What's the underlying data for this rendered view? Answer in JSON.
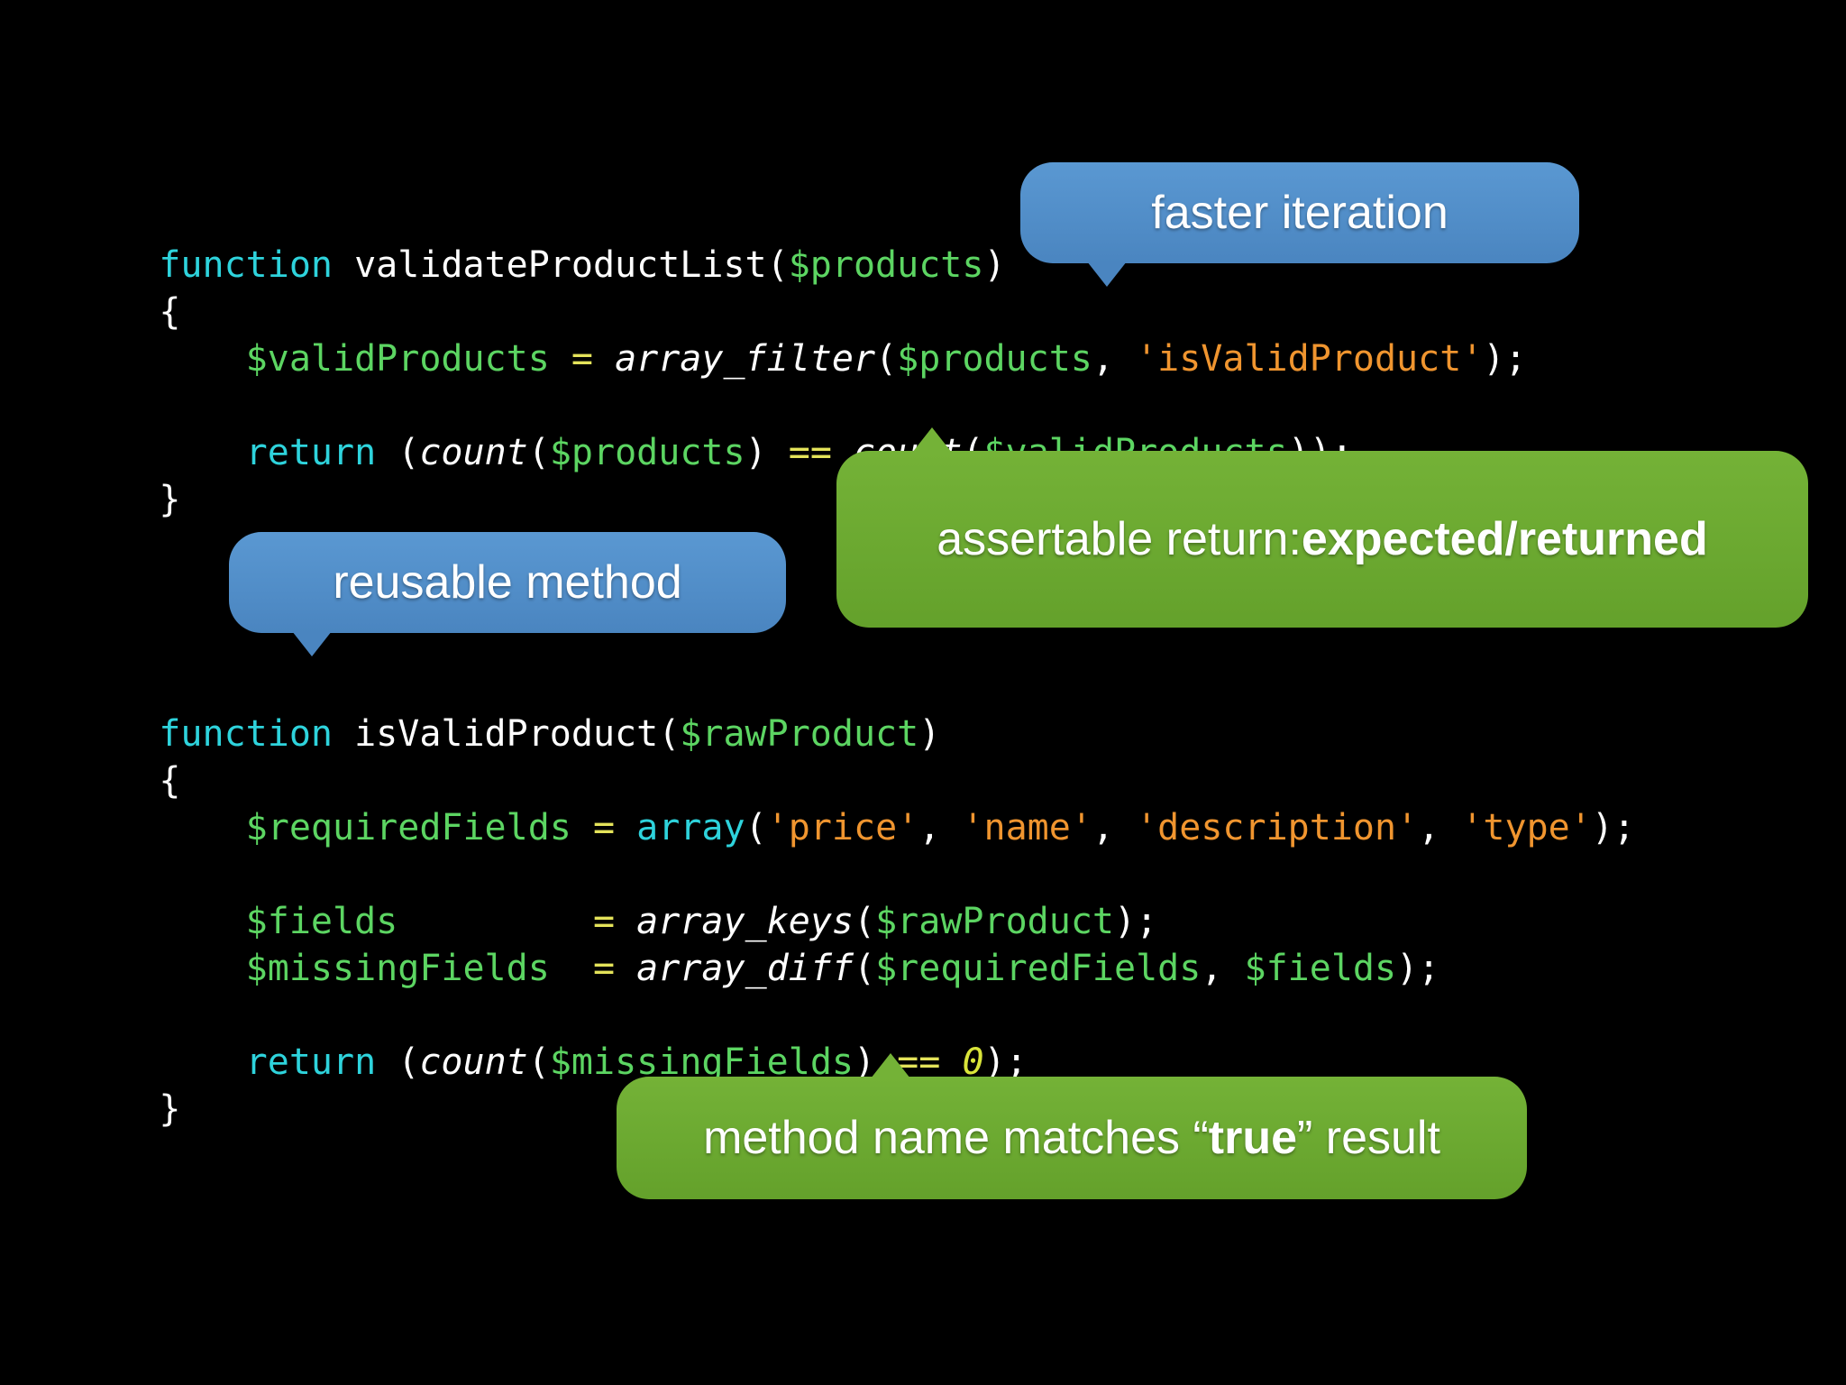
{
  "code": {
    "block1": {
      "line1": {
        "kw": "function",
        "name": " validateProductList(",
        "var": "$products",
        "close": ")"
      },
      "line2": {
        "brace": "{"
      },
      "line3": {
        "indent": "    ",
        "var1": "$validProducts",
        "eq": " = ",
        "fn": "array_filter",
        "p1": "(",
        "var2": "$products",
        "comma": ", ",
        "str": "'isValidProduct'",
        "end": ");"
      },
      "line5": {
        "indent": "    ",
        "kw": "return",
        "p1": " (",
        "fn1": "count",
        "p2": "(",
        "var1": "$products",
        "p3": ") ",
        "op": "==",
        "sp": " ",
        "fn2": "count",
        "p4": "(",
        "var2": "$validProducts",
        "end": "));"
      },
      "line6": {
        "brace": "}"
      }
    },
    "block2": {
      "line1": {
        "kw": "function",
        "name": " isValidProduct(",
        "var": "$rawProduct",
        "close": ")"
      },
      "line2": {
        "brace": "{"
      },
      "line3": {
        "indent": "    ",
        "var1": "$requiredFields",
        "eq": " = ",
        "fn": "array",
        "p1": "(",
        "s1": "'price'",
        "c1": ", ",
        "s2": "'name'",
        "c2": ", ",
        "s3": "'description'",
        "c3": ", ",
        "s4": "'type'",
        "end": ");"
      },
      "line5": {
        "indent": "    ",
        "var1": "$fields",
        "pad": "         ",
        "eq": "= ",
        "fn": "array_keys",
        "p1": "(",
        "var2": "$rawProduct",
        "end": ");"
      },
      "line6": {
        "indent": "    ",
        "var1": "$missingFields",
        "pad": "  ",
        "eq": "= ",
        "fn": "array_diff",
        "p1": "(",
        "var2": "$requiredFields",
        "comma": ", ",
        "var3": "$fields",
        "end": ");"
      },
      "line8": {
        "indent": "    ",
        "kw": "return",
        "p1": " (",
        "fn1": "count",
        "p2": "(",
        "var1": "$missingFields",
        "p3": ") ",
        "op": "==",
        "sp": " ",
        "num": "0",
        "end": ");"
      },
      "line9": {
        "brace": "}"
      }
    }
  },
  "callouts": {
    "faster_iteration": "faster iteration",
    "assertable_prefix": "assertable return: ",
    "assertable_bold": "expected/returned",
    "reusable_method": "reusable method",
    "method_name_prefix": "method name matches “",
    "method_name_bold": "true",
    "method_name_suffix": "” result"
  },
  "colors": {
    "background": "#000000",
    "keyword": "#2ed3dc",
    "variable": "#5cd562",
    "string": "#f0952f",
    "operator": "#e4e35a",
    "blue_callout": "#4a85c0",
    "green_callout": "#6aa830"
  }
}
